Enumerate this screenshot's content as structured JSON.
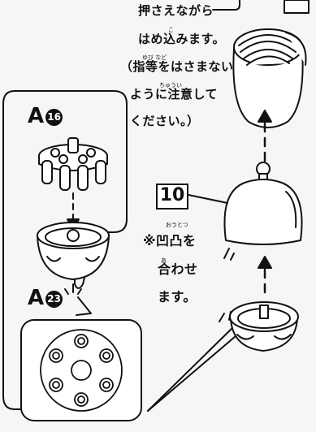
{
  "instructions": {
    "line1": "押さえながら",
    "line2": "はめ込みます。",
    "line2_ruby": "こ",
    "line3": "（指等をはさまない",
    "line3_ruby": "ゆび など",
    "line4": "ように注意して",
    "line4_ruby": "ちゅうい",
    "line5": "ください。）"
  },
  "step_number": "10",
  "parts": {
    "top_letter": "A",
    "top_number": "16",
    "bottom_letter": "A",
    "bottom_number": "23"
  },
  "note": {
    "line1": "※凹凸を",
    "line1_ruby": "おうとつ",
    "line2": "合わせ",
    "line2_ruby": "あ",
    "line3": "ます。"
  }
}
